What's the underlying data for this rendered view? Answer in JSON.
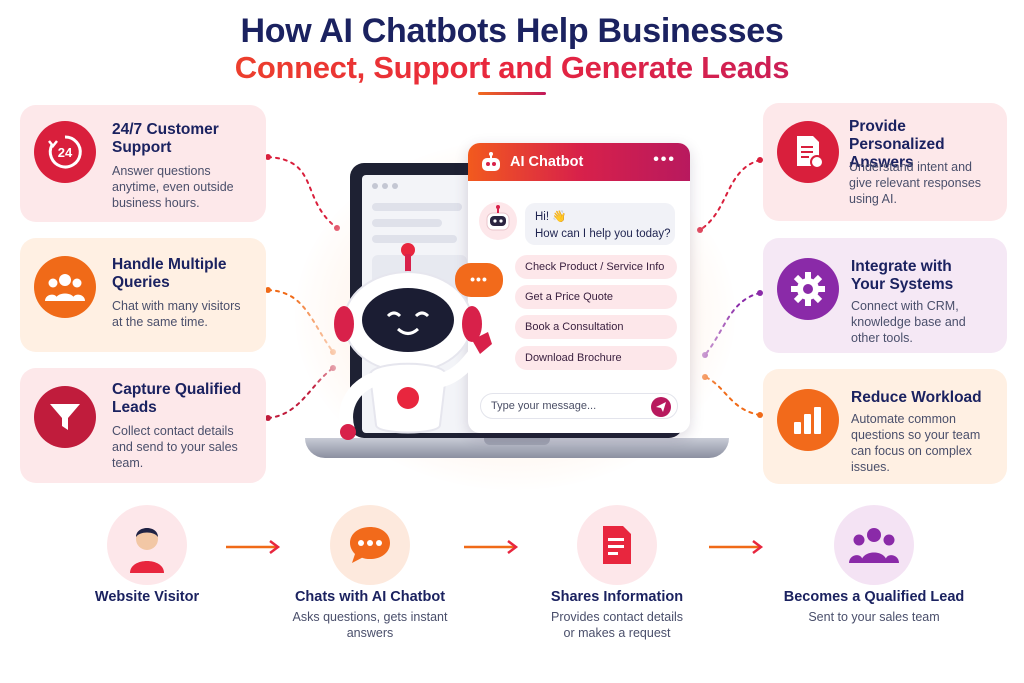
{
  "header": {
    "title": "How AI Chatbots Help Businesses",
    "subtitle": "Connect, Support and Generate Leads"
  },
  "left_cards": [
    {
      "icon": "clock-24-icon",
      "title_l1": "24/7 Customer",
      "title_l2": "Support",
      "desc_l1": "Answer questions",
      "desc_l2": "anytime, even outside",
      "desc_l3": "business hours."
    },
    {
      "icon": "group-icon",
      "title_l1": "Handle Multiple",
      "title_l2": "Queries",
      "desc_l1": "Chat with many visitors",
      "desc_l2": "at the same time."
    },
    {
      "icon": "funnel-icon",
      "title_l1": "Capture Qualified",
      "title_l2": "Leads",
      "desc_l1": "Collect contact details",
      "desc_l2": "and send to your sales",
      "desc_l3": "team."
    }
  ],
  "right_cards": [
    {
      "icon": "document-chat-icon",
      "title_l1": "Provide",
      "title_l2": "Personalized Answers",
      "desc_l1": "Understand intent and",
      "desc_l2": "give relevant responses",
      "desc_l3": "using AI."
    },
    {
      "icon": "gear-icon",
      "title_l1": "Integrate with",
      "title_l2": "Your Systems",
      "desc_l1": "Connect with CRM,",
      "desc_l2": "knowledge base and",
      "desc_l3": "other tools."
    },
    {
      "icon": "bar-chart-icon",
      "title_l1": "Reduce Workload",
      "desc_l1": "Automate common",
      "desc_l2": "questions so your team",
      "desc_l3": "can focus on complex",
      "desc_l4": "issues."
    }
  ],
  "chat": {
    "title": "AI Chatbot",
    "greeting": "Hi! 👋",
    "question": "How can I help you today?",
    "quick_replies": [
      "Check Product / Service Info",
      "Get a Price Quote",
      "Book a Consultation",
      "Download Brochure"
    ],
    "input_placeholder": "Type your message..."
  },
  "flow": [
    {
      "icon": "user-icon",
      "title": "Website Visitor"
    },
    {
      "icon": "chat-bubble-icon",
      "title": "Chats with AI Chatbot",
      "desc_l1": "Asks questions, gets instant",
      "desc_l2": "answers"
    },
    {
      "icon": "form-icon",
      "title": "Shares Information",
      "desc_l1": "Provides contact details",
      "desc_l2": "or makes a request"
    },
    {
      "icon": "people-icon",
      "title": "Becomes a Qualified Lead",
      "desc_l1": "Sent to your sales team"
    }
  ],
  "colors": {
    "navy": "#1b2260",
    "red": "#d91f3c",
    "orange": "#f06a18",
    "purple": "#8a2aa8",
    "pink_card": "#fde8ea",
    "peach_card": "#fff0e3",
    "lilac_card": "#f5e8f5"
  }
}
